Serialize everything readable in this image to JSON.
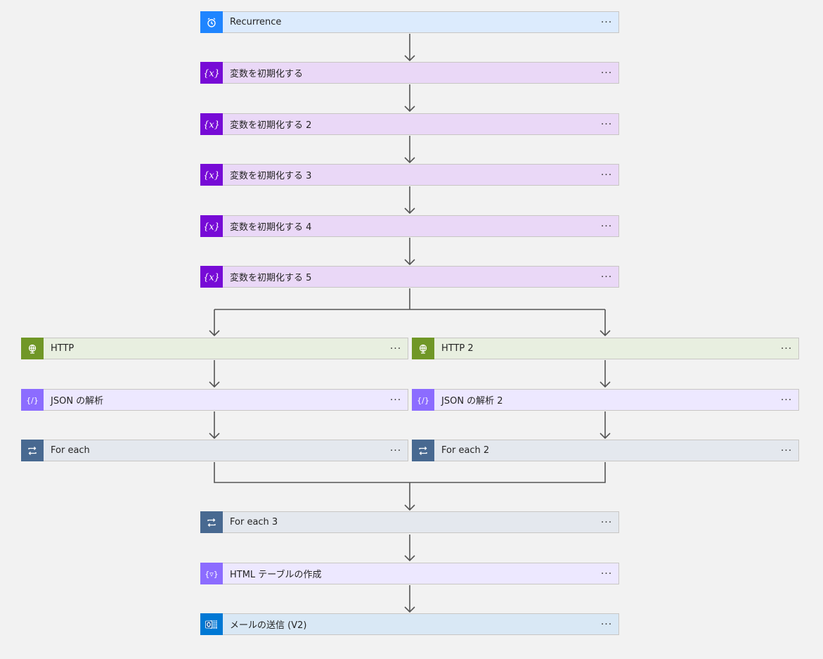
{
  "colors": {
    "schedule": "#1f85ff",
    "variable": "#770bd6",
    "http": "#709727",
    "data_op": "#8c6cff",
    "control": "#486991",
    "outlook": "#0078d4",
    "connector": "#555555"
  },
  "steps": {
    "recurrence": {
      "label": "Recurrence",
      "icon": "alarm-clock-icon",
      "menu": "···"
    },
    "init_var_1": {
      "label": "変数を初期化する",
      "icon": "variable-icon",
      "menu": "···"
    },
    "init_var_2": {
      "label": "変数を初期化する 2",
      "icon": "variable-icon",
      "menu": "···"
    },
    "init_var_3": {
      "label": "変数を初期化する 3",
      "icon": "variable-icon",
      "menu": "···"
    },
    "init_var_4": {
      "label": "変数を初期化する 4",
      "icon": "variable-icon",
      "menu": "···"
    },
    "init_var_5": {
      "label": "変数を初期化する 5",
      "icon": "variable-icon",
      "menu": "···"
    },
    "http_1": {
      "label": "HTTP",
      "icon": "globe-icon",
      "menu": "···"
    },
    "http_2": {
      "label": "HTTP 2",
      "icon": "globe-icon",
      "menu": "···"
    },
    "parse_json_1": {
      "label": "JSON の解析",
      "icon": "data-operation-icon",
      "menu": "···"
    },
    "parse_json_2": {
      "label": "JSON の解析 2",
      "icon": "data-operation-icon",
      "menu": "···"
    },
    "for_each_1": {
      "label": "For each",
      "icon": "loop-icon",
      "menu": "···"
    },
    "for_each_2": {
      "label": "For each 2",
      "icon": "loop-icon",
      "menu": "···"
    },
    "for_each_3": {
      "label": "For each 3",
      "icon": "loop-icon",
      "menu": "···"
    },
    "html_table": {
      "label": "HTML テーブルの作成",
      "icon": "data-operation-icon",
      "menu": "···"
    },
    "send_mail": {
      "label": "メールの送信 (V2)",
      "icon": "outlook-icon",
      "menu": "···"
    }
  }
}
